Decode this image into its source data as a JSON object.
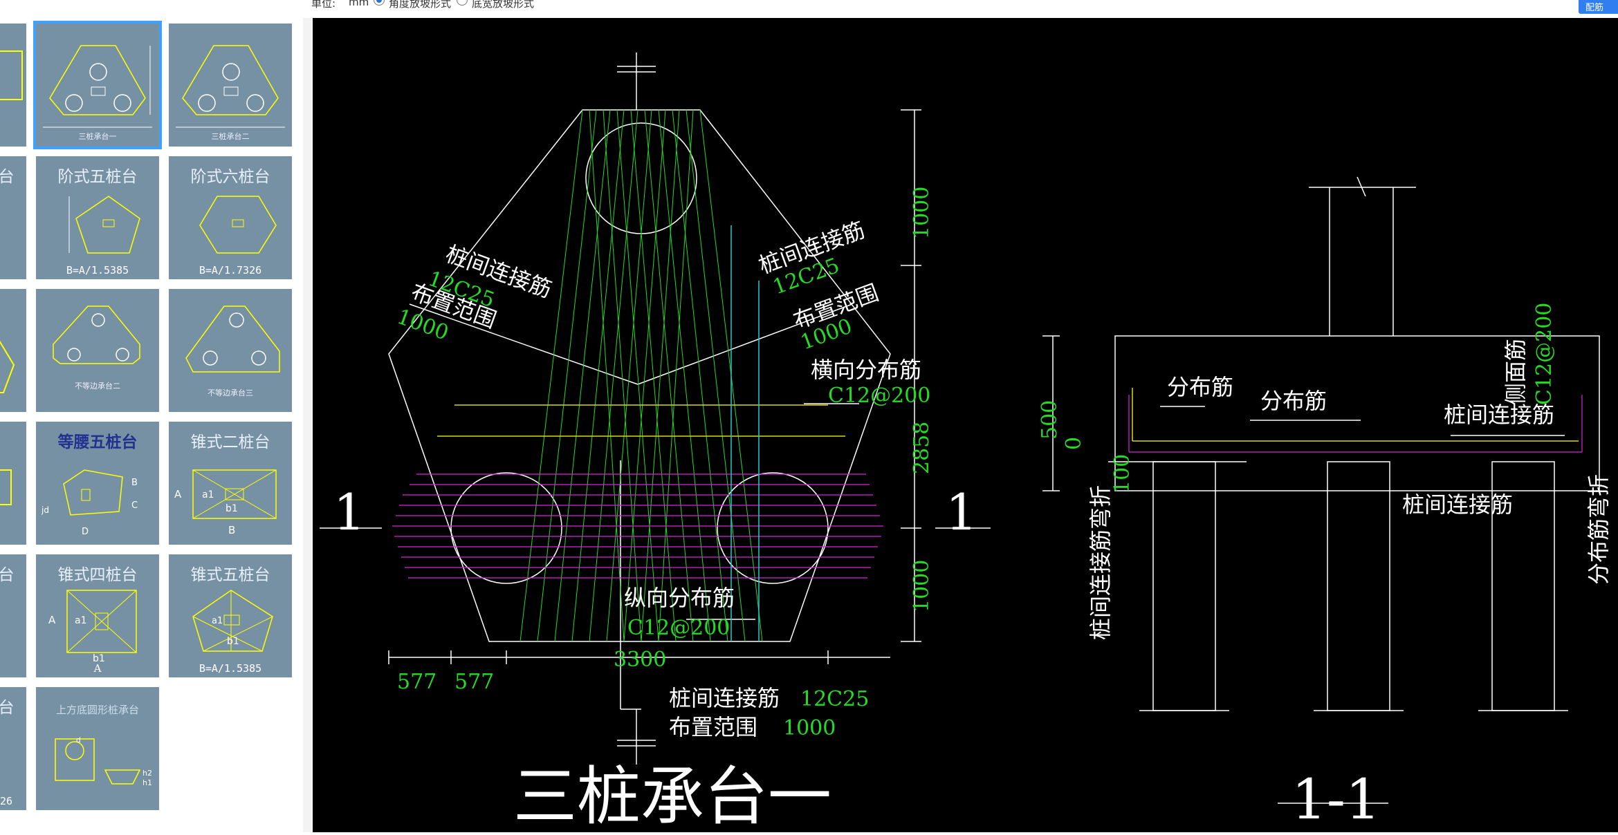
{
  "toolbar": {
    "unit_label": "单位:",
    "unit_value": "mm",
    "option_top": "角度放坡形式",
    "option_bottom": "底宽放坡形式",
    "confirm_label": "配筋"
  },
  "tiles": {
    "t1": {
      "caption": "三桩承台一"
    },
    "t2": {
      "caption": "三桩承台二"
    },
    "t3": {
      "title": "阶式五桩台",
      "formula": "B=A/1.5385"
    },
    "t4": {
      "title": "阶式六桩台",
      "formula": "B=A/1.7326"
    },
    "t5": {
      "caption": "不等边承台二"
    },
    "t6": {
      "caption": "不等边承台三"
    },
    "t7": {
      "title": "等腰五桩台"
    },
    "t8": {
      "title": "锥式二桩台"
    },
    "t9": {
      "title": "锥式四桩台"
    },
    "t10": {
      "title": "锥式五桩台",
      "formula": "B=A/1.5385"
    },
    "t11": {
      "title": "上方底圆形桩承台"
    },
    "left_partial": {
      "c1": "台",
      "c2": "台",
      "c3": "台",
      "f": "26"
    }
  },
  "drawing": {
    "left_title": "三桩承台一",
    "right_title": "1-1",
    "section_mark": "1",
    "labels": {
      "link_rebar": "桩间连接筋",
      "link_spec": "12C25",
      "range": "布置范围",
      "range_value": "1000",
      "transverse": "横向分布筋",
      "transverse_spec": "C12@200",
      "longitudinal": "纵向分布筋",
      "longitudinal_spec": "C12@200",
      "bottom_link": "桩间连接筋",
      "bottom_link_spec": "12C25",
      "bottom_range": "布置范围",
      "bottom_range_value": "1000",
      "distribution": "分布筋",
      "side_rebar": "侧面筋",
      "side_spec": "C12@200",
      "link_bend": "桩间连接筋弯折",
      "dist_bend": "分布筋弯折"
    },
    "dims": {
      "d1000_top": "1000",
      "d2858": "2858",
      "d1000_bot": "1000",
      "d3300": "3300",
      "d577a": "577",
      "d577b": "577",
      "d500": "500",
      "d0": "0",
      "d100": "100"
    }
  },
  "colors": {
    "tile_bg": "#7791a4",
    "selection": "#3ea0ff",
    "cad_green": "#22dd22",
    "cad_magenta": "#dd22dd",
    "cad_yellow": "#dddd00",
    "cad_cyan": "#22cccc"
  }
}
